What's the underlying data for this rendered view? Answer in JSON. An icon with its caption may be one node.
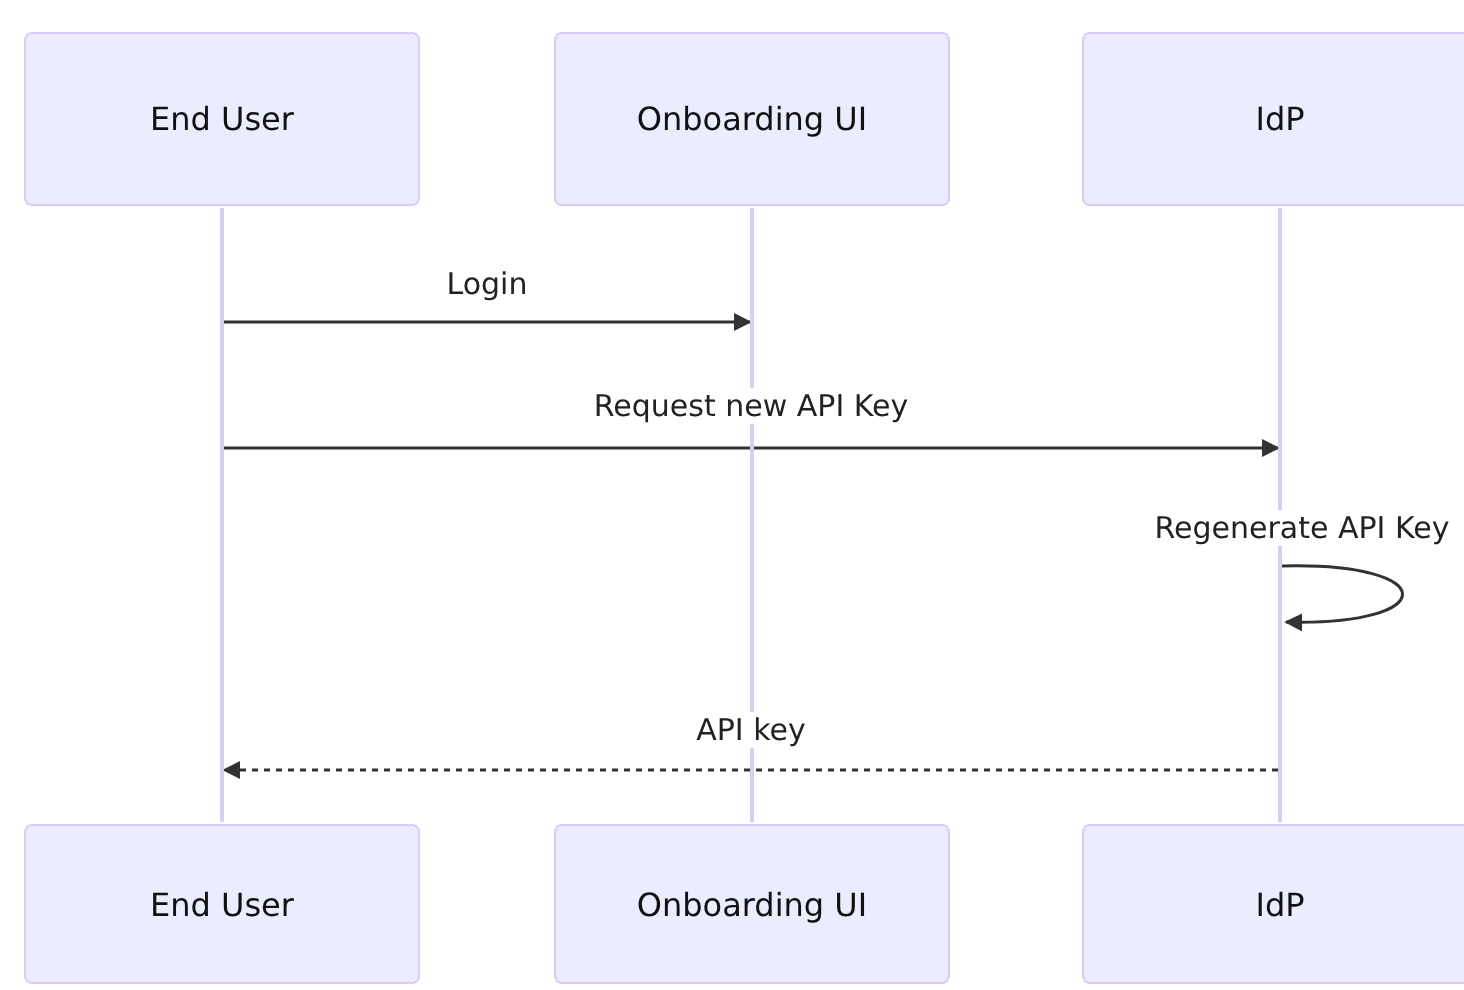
{
  "diagram": {
    "nodes": [
      {
        "text": [
          "End User"
        ]
      },
      {
        "text": [
          "Onboarding UI"
        ]
      },
      {
        "text": [
          "IdP"
        ]
      },
      {
        "text": [],
        "shape": "bar"
      },
      {
        "text": [],
        "shape": "bar"
      },
      {
        "text": [],
        "shape": "bar"
      },
      {
        "text": [
          "End User"
        ]
      },
      {
        "text": [
          "Onboarding UI"
        ]
      },
      {
        "text": [
          "IdP"
        ]
      }
    ],
    "edges": [
      {
        "from": 3,
        "to": 4,
        "arrow": "to",
        "label": "Login"
      },
      {
        "from": 3,
        "to": 5,
        "arrow": "to",
        "label": "Request new API Key"
      },
      {
        "from": 5,
        "to": 5,
        "arrow": "to",
        "label": "Regenerate API Key"
      },
      {
        "from": 5,
        "to": 3,
        "arrow": "to",
        "label": "API key",
        "style": "dashed"
      }
    ]
  }
}
